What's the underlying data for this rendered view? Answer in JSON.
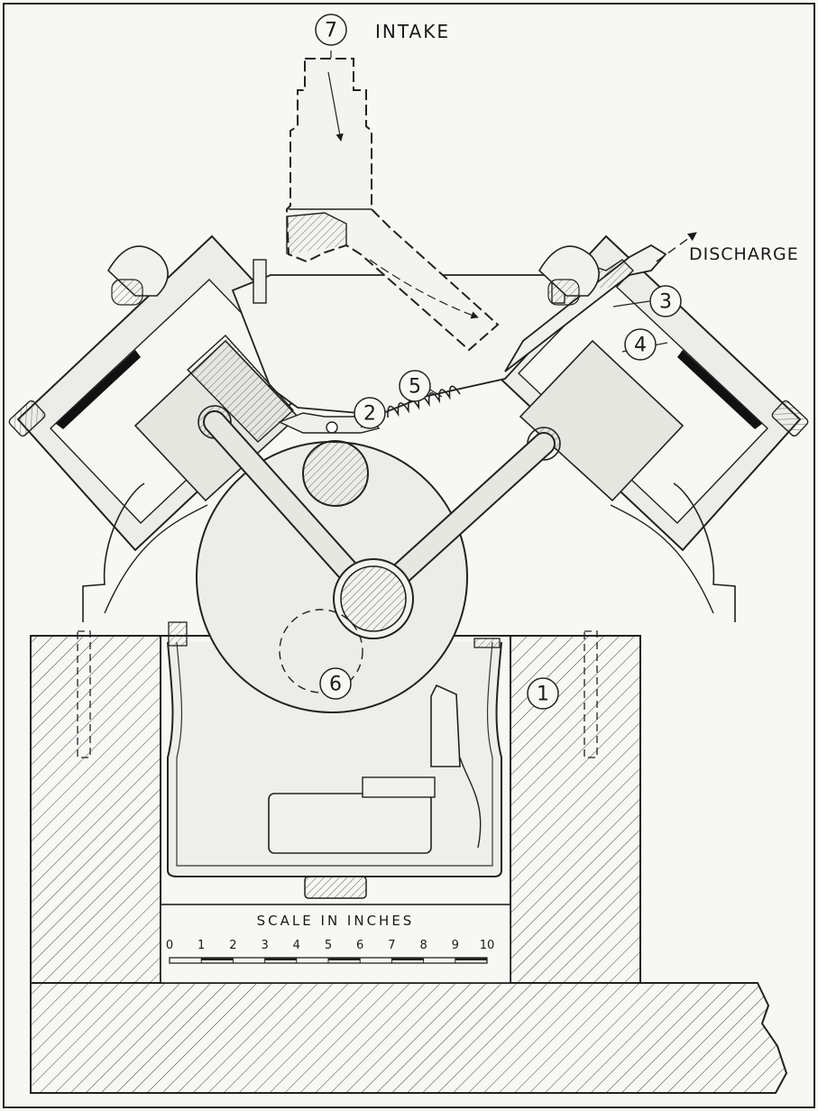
{
  "labels": {
    "intake": "INTAKE",
    "discharge": "DISCHARGE"
  },
  "callouts": [
    "1",
    "2",
    "3",
    "4",
    "5",
    "6",
    "7"
  ],
  "scale": {
    "title": "SCALE IN INCHES",
    "ticks": [
      "0",
      "1",
      "2",
      "3",
      "4",
      "5",
      "6",
      "7",
      "8",
      "9",
      "10"
    ]
  },
  "colors": {
    "ink": "#1a1a1a",
    "paper": "#f7f7f4",
    "body_fill": "#e9e9e4"
  }
}
